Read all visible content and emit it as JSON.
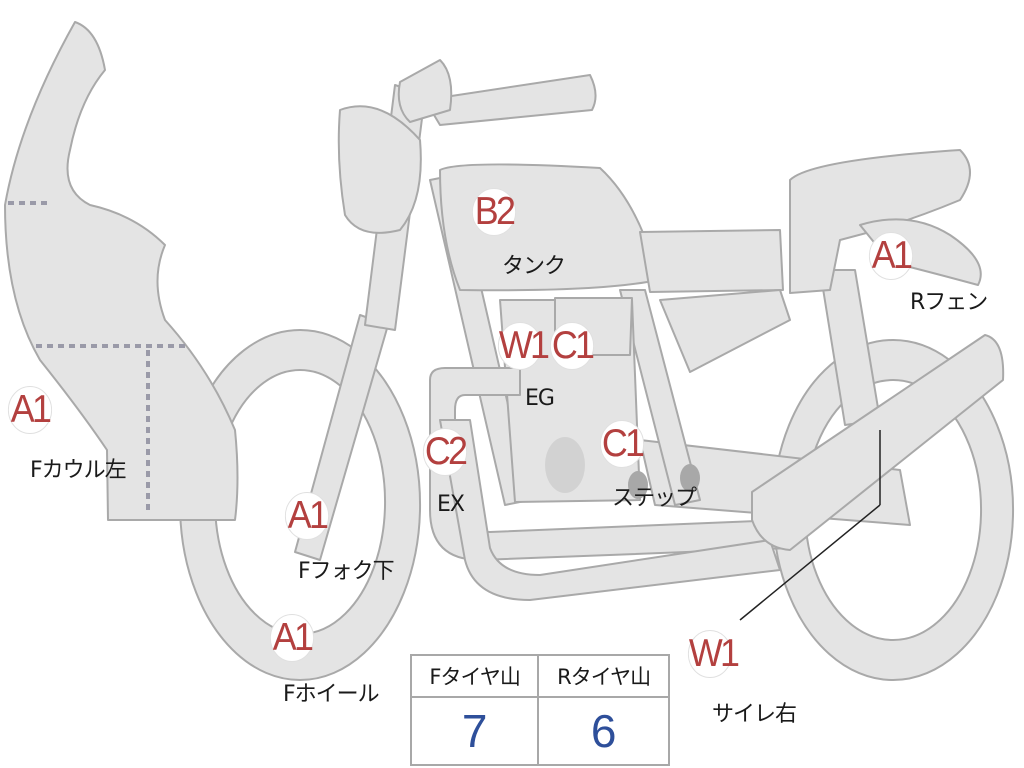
{
  "grades": [
    {
      "id": "fcowl",
      "grade": "A1",
      "part": "Fカウル左"
    },
    {
      "id": "tank",
      "grade": "B2",
      "part": "タンク"
    },
    {
      "id": "rfender",
      "grade": "A1",
      "part": "Rフェン"
    },
    {
      "id": "eg_w1",
      "grade": "W1",
      "part": ""
    },
    {
      "id": "eg_c1",
      "grade": "C1",
      "part": "EG"
    },
    {
      "id": "ex",
      "grade": "C2",
      "part": "EX"
    },
    {
      "id": "step",
      "grade": "C1",
      "part": "ステップ"
    },
    {
      "id": "ffork",
      "grade": "A1",
      "part": "Fフォク下"
    },
    {
      "id": "fwheel",
      "grade": "A1",
      "part": "Fホイール"
    },
    {
      "id": "silencer",
      "grade": "W1",
      "part": "サイレ右"
    }
  ],
  "tire_table": {
    "front_label": "Fタイヤ山",
    "rear_label": "Rタイヤ山",
    "front_value": "7",
    "rear_value": "6"
  },
  "colors": {
    "body_fill": "#e4e4e4",
    "body_stroke": "#a9a9a9",
    "grade_text": "#b3403f",
    "tire_value": "#2e4f9a"
  }
}
